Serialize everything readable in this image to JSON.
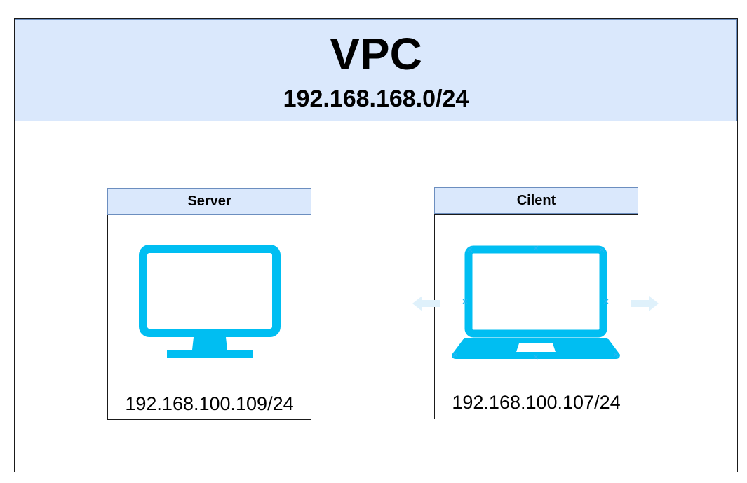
{
  "vpc": {
    "title": "VPC",
    "cidr": "192.168.168.0/24"
  },
  "nodes": [
    {
      "header": "Server",
      "ip": "192.168.100.109/24",
      "icon": "monitor-icon"
    },
    {
      "header": "Cilent",
      "ip": "192.168.100.107/24",
      "icon": "laptop-icon"
    }
  ],
  "colors": {
    "header_fill": "#dae8fc",
    "header_stroke": "#6c8ebf",
    "icon": "#00bef2",
    "handle": "#29b6f2"
  }
}
